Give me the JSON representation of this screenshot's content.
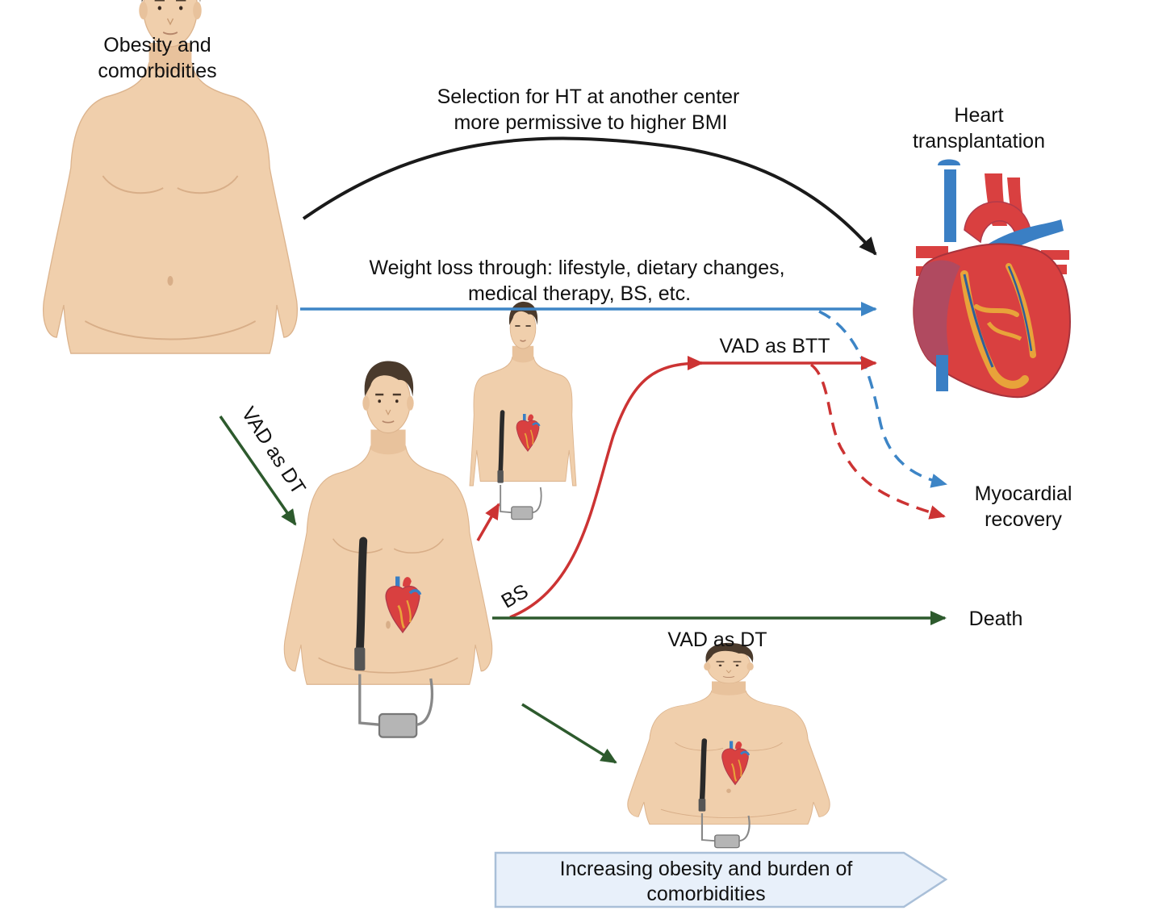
{
  "labels": {
    "start_line1": "Obesity and",
    "start_line2": "comorbidities",
    "selection_line1": "Selection for HT at another center",
    "selection_line2": "more permissive to higher BMI",
    "ht_line1": "Heart",
    "ht_line2": "transplantation",
    "weightloss_line1": "Weight loss through: lifestyle, dietary changes,",
    "weightloss_line2": "medical therapy, BS, etc.",
    "vad_btt": "VAD as BTT",
    "vad_dt_diagonal": "VAD as DT",
    "myocardial_line1": "Myocardial",
    "myocardial_line2": "recovery",
    "bs": "BS",
    "death": "Death",
    "vad_dt_bottom": "VAD as DT",
    "banner_line1": "Increasing obesity and burden of",
    "banner_line2": "comorbidities"
  },
  "colors": {
    "black_path": "#1a1a1a",
    "blue_path": "#3d85c6",
    "red_path": "#cc3333",
    "green_path": "#2d5a2d",
    "skin": "#f0cfac",
    "skin_shade": "#dcb48e",
    "hair": "#4a3a2c",
    "heart_red": "#d94040",
    "heart_dark": "#b03a4a",
    "vessel_blue": "#3a7fc4",
    "heart_gold": "#e8a33a",
    "banner_fill": "#e8f0fa",
    "banner_stroke": "#a9bfd8"
  },
  "icons": {
    "person_obese": "obese-person-icon",
    "person_vad": "person-with-vad-icon",
    "heart": "anatomical-heart-icon"
  }
}
